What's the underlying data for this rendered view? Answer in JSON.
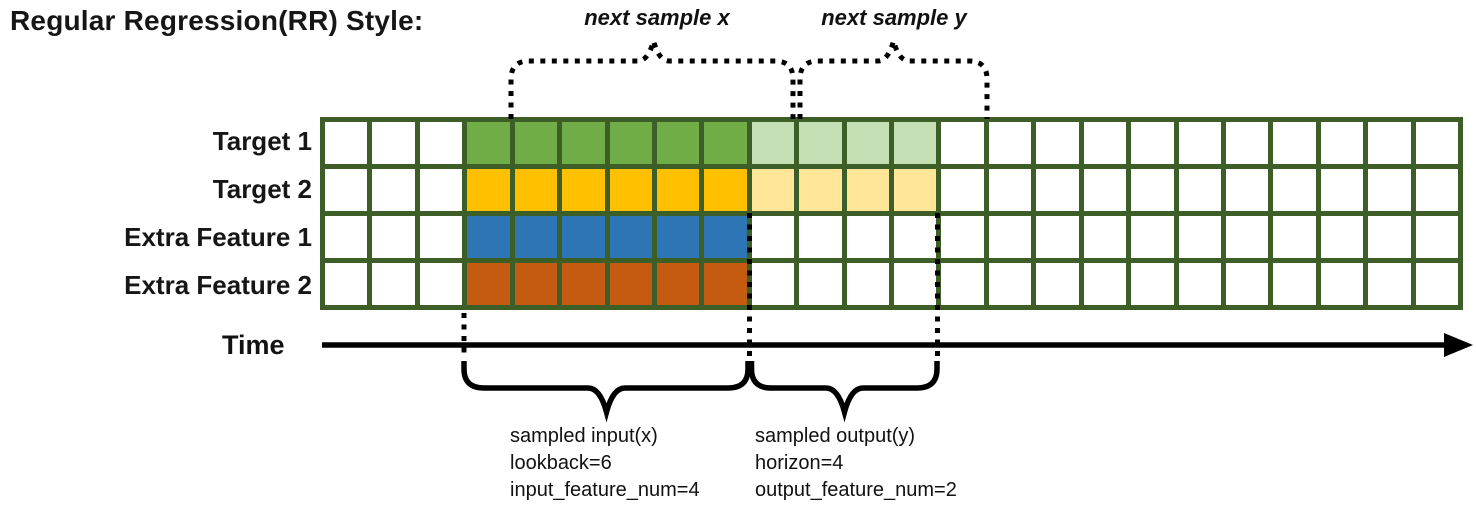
{
  "title": "Regular Regression(RR) Style:",
  "annotations": {
    "next_sample_x": "next sample x",
    "next_sample_y": "next sample y",
    "time_label": "Time",
    "input_lines": [
      "sampled input(x)",
      "lookback=6",
      "input_feature_num=4"
    ],
    "output_lines": [
      "sampled output(y)",
      "horizon=4",
      "output_feature_num=2"
    ]
  },
  "params": {
    "lookback": 6,
    "horizon": 4,
    "input_feature_num": 4,
    "output_feature_num": 2
  },
  "grid": {
    "columns": 24,
    "input_cols": [
      4,
      9
    ],
    "output_cols": [
      10,
      13
    ],
    "border_color": "#3d5e26",
    "empty_color": "#ffffff",
    "rows": [
      {
        "label": "Target 1",
        "input_color": "#70AD47",
        "output_color": "#C5E0B4"
      },
      {
        "label": "Target 2",
        "input_color": "#FFC000",
        "output_color": "#FFE699"
      },
      {
        "label": "Extra Feature 1",
        "input_color": "#2E75B6",
        "output_color": null
      },
      {
        "label": "Extra Feature 2",
        "input_color": "#C55A11",
        "output_color": null
      }
    ]
  },
  "colors": {
    "annotation_stroke": "#000000"
  }
}
